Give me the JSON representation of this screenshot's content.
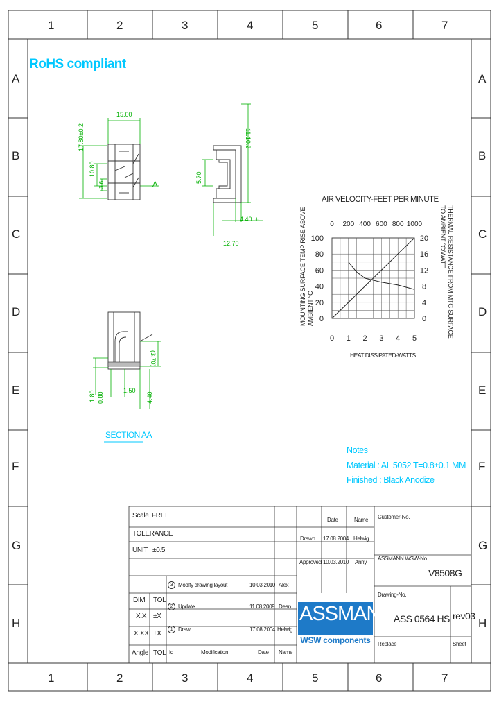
{
  "zone_columns": [
    "1",
    "2",
    "3",
    "4",
    "5",
    "6",
    "7"
  ],
  "zone_rows": [
    "A",
    "B",
    "C",
    "D",
    "E",
    "F",
    "G",
    "H"
  ],
  "rohs": "RoHS compliant",
  "section_label": "SECTION AA",
  "dims": {
    "top_width": "15.00",
    "left_height": "17.80±0.2",
    "left_inner": "10.80",
    "left_small": "3.6",
    "view_a": "A",
    "side_height": "11.10.2",
    "side_gap": "5.70",
    "side_offset": "4.40",
    "side_tol": "±",
    "side_bottom": "12.70",
    "sec_right_top": "(3.70)",
    "sec_left_1": "1.80",
    "sec_left_2": "0.80",
    "sec_bottom": "1.50",
    "sec_right_bottom": "4.40"
  },
  "chart_data": {
    "type": "line",
    "title": "AIR VELOCITY-FEET PER MINUTE",
    "xlabel": "HEAT DISSIPATED-WATTS",
    "ylabel": "MOUNTING SURFACE TEMP RISE ABOVE AMBIENT °C",
    "y2label": "THERMAL RESISTANCE FROM MTG SURFACE TO AMBIENT °C/WATT",
    "x_ticks": [
      "0",
      "1",
      "2",
      "3",
      "4",
      "5"
    ],
    "top_ticks": [
      "0",
      "200",
      "400",
      "600",
      "800",
      "1000"
    ],
    "y_ticks": [
      "0",
      "20",
      "40",
      "60",
      "80",
      "100"
    ],
    "y2_ticks": [
      "0",
      "4",
      "8",
      "12",
      "16",
      "20"
    ],
    "xlim": [
      0,
      5
    ],
    "ylim": [
      0,
      100
    ],
    "y2lim": [
      0,
      20
    ],
    "top_lim": [
      0,
      1000
    ],
    "grid": true,
    "series": [
      {
        "axis": "bottom-left",
        "x": [
          0,
          5
        ],
        "y": [
          0,
          100
        ]
      },
      {
        "axis": "top-right",
        "x": [
          200,
          300,
          400,
          600,
          800,
          1000
        ],
        "y": [
          14,
          11.5,
          10,
          9,
          8.3,
          7.2
        ]
      }
    ]
  },
  "notes": {
    "title": "Notes",
    "material": "Material : AL 5052  T=0.8±0.1 MM",
    "finished": "Finished : Black Anodize"
  },
  "title_block": {
    "scale_label": "Scale",
    "scale_value": "FREE",
    "tolerance_label": "TOLERANCE",
    "unit_label": "UNIT",
    "unit_value": "±0.5",
    "dim_label": "DIM",
    "tol_label": "TOL",
    "x_label": "X.X",
    "x_value": "±X",
    "xx_label": "X.XX",
    "xx_value": "±X",
    "angle_label": "Angle",
    "angle_tol": "TOL",
    "id_label": "Id",
    "modification_label": "Modification",
    "date_label": "Date",
    "name_label": "Name",
    "revisions": [
      {
        "id": "3",
        "text": "Modify drawing layout",
        "date": "10.03.2010",
        "name": "Alex"
      },
      {
        "id": "2",
        "text": "Update",
        "date": "11.08.2009",
        "name": "Dean"
      },
      {
        "id": "1",
        "text": "Draw",
        "date": "17.08.2004",
        "name": "Helwig"
      }
    ],
    "date_header": "Date",
    "name_header": "Name",
    "drawn_label": "Drawn",
    "drawn_date": "17.08.2004",
    "drawn_name": "Helwig",
    "approved_label": "Approved",
    "approved_date": "10.03.2010",
    "approved_name": "Anny",
    "customer_no_label": "Customer-No.",
    "assmann_no_label": "ASSMANN WSW-No.",
    "assmann_no_value": "V8508G",
    "drawing_no_label": "Drawing-No.",
    "drawing_no_value": "ASS 0564 HS",
    "rev_value": "rev03",
    "replace_label": "Replace",
    "sheet_label": "Sheet",
    "logo_text": "ASSMANN",
    "logo_sub": "WSW components"
  },
  "colors": {
    "accent": "#00c8ff",
    "drawing": "#00b000",
    "logo": "#1e7ac8"
  }
}
